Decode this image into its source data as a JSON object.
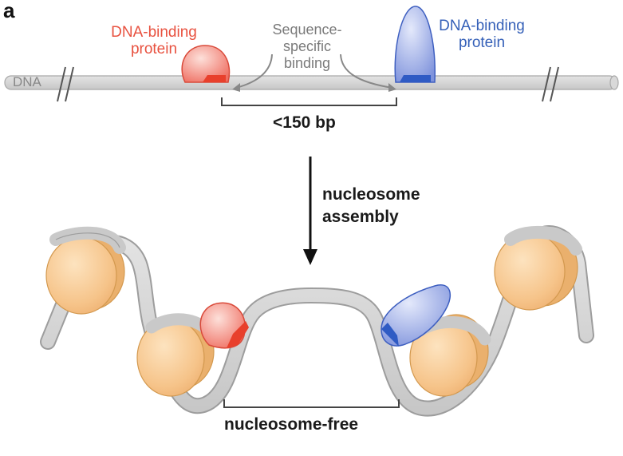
{
  "panel_label": "a",
  "top": {
    "dna_label": "DNA",
    "protein_left": {
      "line1": "DNA-binding",
      "line2": "protein",
      "color": "#e8513f"
    },
    "protein_right": {
      "line1": "DNA-binding",
      "line2": "protein",
      "color": "#3560b8"
    },
    "sequence_label": {
      "line1": "Sequence-",
      "line2": "specific",
      "line3": "binding"
    },
    "span_label": "<150 bp"
  },
  "step": {
    "line1": "nucleosome",
    "line2": "assembly"
  },
  "bottom": {
    "region_label": "nucleosome-free"
  },
  "colors": {
    "dna": "#d4d4d4",
    "nucleosome": "#f8c98f",
    "red_protein": "#f07f73",
    "blue_protein": "#8fa0e0"
  }
}
